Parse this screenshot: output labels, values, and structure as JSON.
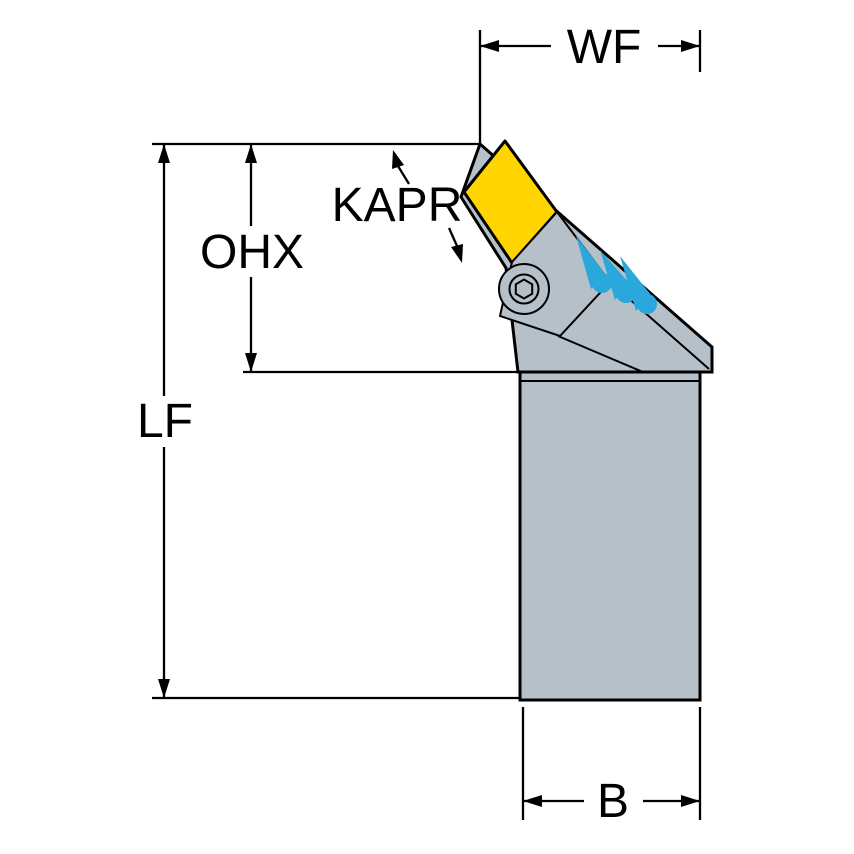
{
  "diagram": {
    "labels": {
      "wf": "WF",
      "kapr": "KAPR",
      "ohx": "OHX",
      "lf": "LF",
      "b": "B"
    },
    "colors": {
      "background": "#ffffff",
      "outline": "#000000",
      "body": "#b6c0c8",
      "insert": "#ffd400",
      "clamp_marks": "#2aa8dc"
    }
  }
}
